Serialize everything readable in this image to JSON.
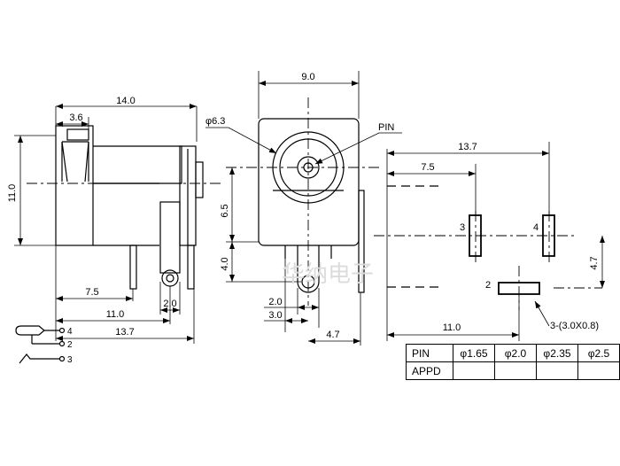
{
  "dimensions": {
    "side_total_length": "14.0",
    "side_front_width": "3.6",
    "side_height": "11.0",
    "side_pin1": "7.5",
    "side_pin2": "2.0",
    "side_pin3": "11.0",
    "side_pin4": "13.7",
    "front_width": "9.0",
    "front_diameter": "φ6.3",
    "front_pin_label": "PIN",
    "front_height_upper": "6.5",
    "front_height_lower": "4.0",
    "front_pin_width": "2.0",
    "front_pin_offset": "3.0",
    "front_pin_spacing": "4.7",
    "bottom_total": "13.7",
    "bottom_pin_pos": "7.5",
    "bottom_spacing_v": "4.7",
    "bottom_lower": "11.0",
    "hole_note": "3-(3.0X0.8)"
  },
  "pin_labels": {
    "pin3": "3",
    "pin4": "4",
    "pin2": "2"
  },
  "schematic": {
    "pin4": "4",
    "pin2": "2",
    "pin3": "3"
  },
  "table": {
    "row1_header": "PIN",
    "row1_values": [
      "φ1.65",
      "φ2.0",
      "φ2.35",
      "φ2.5"
    ],
    "row2_header": "APPD",
    "row2_values": [
      "",
      "",
      "",
      ""
    ]
  },
  "watermark": "华纳电子"
}
